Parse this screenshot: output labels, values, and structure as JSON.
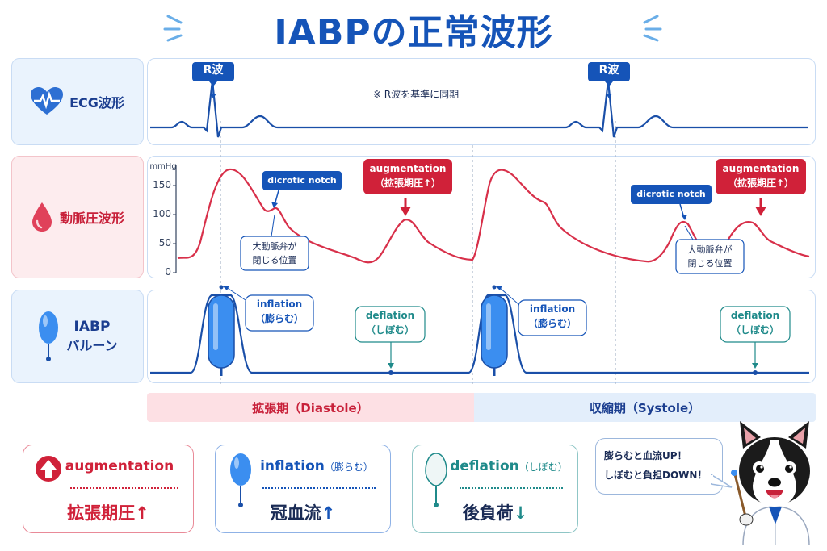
{
  "title": "IABPの正常波形",
  "rows": {
    "ecg": {
      "label": "ECG波形",
      "icon": "heart-ecg-icon",
      "r_label": "R波",
      "note": "※ R波を基準に同期"
    },
    "arterial": {
      "label": "動脈圧波形",
      "icon": "blood-drop-icon",
      "unit": "mmHg",
      "ticks": [
        "150",
        "100",
        "50",
        "0"
      ]
    },
    "balloon": {
      "label_line1": "IABP",
      "label_line2": "バルーン",
      "icon": "balloon-icon"
    }
  },
  "annotations": {
    "dicrotic": "dicrotic notch",
    "aug_line1": "augmentation",
    "aug_line2": "（拡張期圧↑）",
    "valve_line1": "大動脈弁が",
    "valve_line2": "閉じる位置",
    "inflation_line1": "inflation",
    "inflation_line2": "（膨らむ）",
    "deflation_line1": "deflation",
    "deflation_line2": "（しぼむ）"
  },
  "phases": {
    "diastole": "拡張期（Diastole）",
    "systole": "収縮期（Systole）"
  },
  "cards": [
    {
      "head": "augmentation",
      "sub": "",
      "foot": "拡張期圧",
      "arrow": "↑",
      "color": "#d02139",
      "icon": "up-arrow-circle-icon"
    },
    {
      "head": "inflation",
      "sub": "（膨らむ）",
      "foot": "冠血流",
      "arrow": "↑",
      "color": "#1554b8",
      "icon": "inflated-balloon-icon"
    },
    {
      "head": "deflation",
      "sub": "（しぼむ）",
      "foot": "後負荷",
      "arrow": "↓",
      "color": "#1f8a8a",
      "icon": "deflated-balloon-icon"
    }
  ],
  "speech": {
    "line1": "膨らむと血流UP！",
    "line2": "しぼむと負担DOWN！"
  },
  "mascot": {
    "icon": "dog-doctor-mascot"
  },
  "colors": {
    "primary": "#1554b8",
    "red": "#d02139",
    "teal": "#1f8a8a",
    "ecg_line": "#1a4fa8",
    "pressure_line": "#d8304a"
  }
}
